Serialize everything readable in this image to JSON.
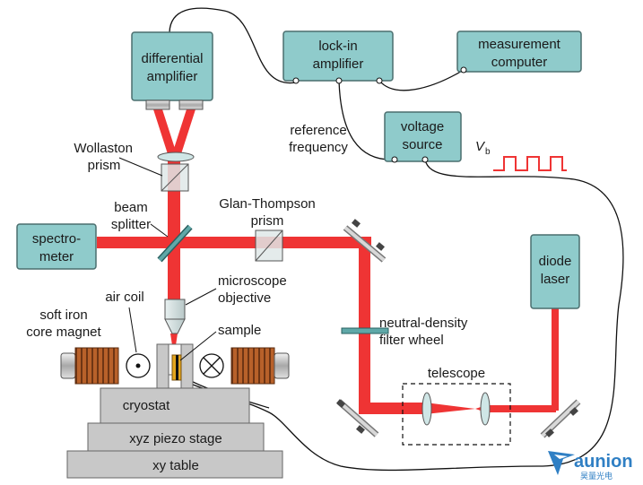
{
  "boxes": {
    "differential_amplifier": [
      "differential",
      "amplifier"
    ],
    "lockin_amplifier": [
      "lock-in",
      "amplifier"
    ],
    "measurement_computer": [
      "measurement",
      "computer"
    ],
    "voltage_source": [
      "voltage",
      "source"
    ],
    "spectrometer": [
      "spectro-",
      "meter"
    ],
    "diode_laser": [
      "diode",
      "laser"
    ]
  },
  "labels": {
    "wollaston_prism": [
      "Wollaston",
      "prism"
    ],
    "beam_splitter": [
      "beam",
      "splitter"
    ],
    "glan_thompson_prism": [
      "Glan-Thompson",
      "prism"
    ],
    "reference_frequency": [
      "reference",
      "frequency"
    ],
    "vb": "V",
    "vb_sub": "b",
    "microscope_objective": [
      "microscope",
      "objective"
    ],
    "air_coil": "air coil",
    "sample": "sample",
    "soft_iron_core_magnet": [
      "soft iron",
      "core magnet"
    ],
    "neutral_density_filter_wheel": [
      "neutral-density",
      "filter wheel"
    ],
    "telescope": "telescope"
  },
  "stages": {
    "cryostat": "cryostat",
    "xyz_piezo_stage": "xyz piezo stage",
    "xy_table": "xy table"
  },
  "logo": {
    "name": "aunion",
    "sub": "昊量光电"
  },
  "colors": {
    "box_fill": "#8fcbcb",
    "box_stroke": "#4a6e6e",
    "beam": "#ef3434",
    "stage_fill": "#c8c8c8",
    "coil": "#b8612a"
  }
}
